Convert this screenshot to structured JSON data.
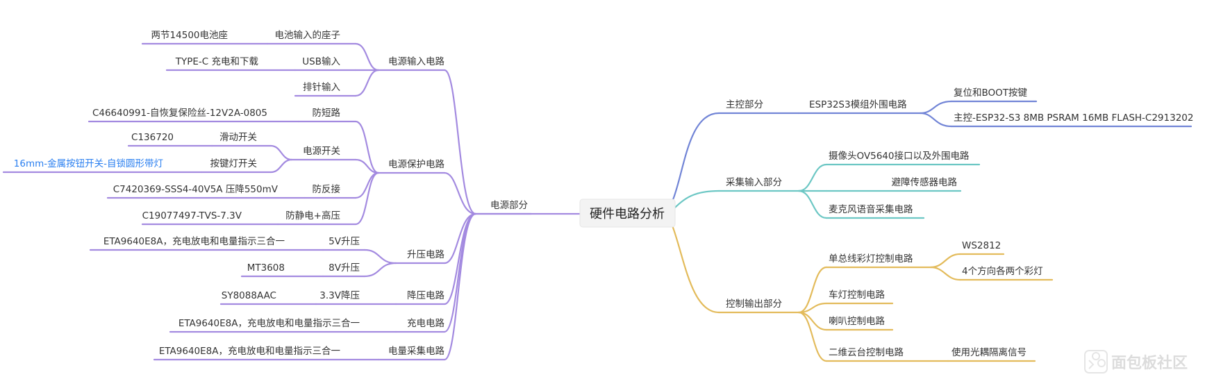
{
  "root": {
    "label": "硬件电路分析"
  },
  "colors": {
    "power": "#a38ae0",
    "main_control": "#7184d6",
    "acquisition": "#6cc7c4",
    "control_output": "#e3bb5b",
    "link_text": "#2a7ff0"
  },
  "left": {
    "branch": {
      "label": "电源部分"
    },
    "power_input": {
      "label": "电源输入电路",
      "battery": {
        "label": "电池输入的座子",
        "detail": "两节14500电池座"
      },
      "usb": {
        "label": "USB输入",
        "detail": "TYPE-C 充电和下载"
      },
      "header": {
        "label": "排针输入"
      }
    },
    "protection": {
      "label": "电源保护电路",
      "short": {
        "label": "防短路",
        "detail": "C46640991-自恢复保险丝-12V2A-0805"
      },
      "switch": {
        "label": "电源开关",
        "slide": {
          "label": "滑动开关",
          "detail": "C136720"
        },
        "button": {
          "label": "按键灯开关",
          "detail": "16mm-金属按钮开关-自锁圆形带灯"
        }
      },
      "reverse": {
        "label": "防反接",
        "detail": "C7420369-SSS4-40V5A 压降550mV"
      },
      "esd": {
        "label": "防静电+高压",
        "detail": "C19077497-TVS-7.3V"
      }
    },
    "boost": {
      "label": "升压电路",
      "v5": {
        "label": "5V升压",
        "detail": "ETA9640E8A，充电放电和电量指示三合一"
      },
      "v8": {
        "label": "8V升压",
        "detail": "MT3608"
      }
    },
    "buck": {
      "label": "降压电路",
      "v33": {
        "label": "3.3V降压",
        "detail": "SY8088AAC"
      }
    },
    "charge": {
      "label": "充电电路",
      "detail": "ETA9640E8A，充电放电和电量指示三合一"
    },
    "battery_level": {
      "label": "电量采集电路",
      "detail": "ETA9640E8A，充电放电和电量指示三合一"
    }
  },
  "right": {
    "main_control": {
      "label": "主控部分",
      "module": {
        "label": "ESP32S3模组外围电路",
        "reset": {
          "label": "复位和BOOT按键"
        },
        "chip": {
          "label": "主控-ESP32-S3 8MB PSRAM 16MB FLASH-C2913202"
        }
      }
    },
    "acquisition": {
      "label": "采集输入部分",
      "camera": {
        "label": "摄像头OV5640接口以及外围电路"
      },
      "obstacle": {
        "label": "避障传感器电路"
      },
      "mic": {
        "label": "麦克风语音采集电路"
      }
    },
    "control_output": {
      "label": "控制输出部分",
      "led": {
        "label": "单总线彩灯控制电路",
        "ws2812": {
          "label": "WS2812"
        },
        "four_dir": {
          "label": "4个方向各两个彩灯"
        }
      },
      "headlight": {
        "label": "车灯控制电路"
      },
      "horn": {
        "label": "喇叭控制电路"
      },
      "gimbal": {
        "label": "二维云台控制电路",
        "isolation": {
          "label": "使用光耦隔离信号"
        }
      }
    }
  },
  "watermark": {
    "text": "面包板社区",
    "icon": "puzzle-icon"
  }
}
